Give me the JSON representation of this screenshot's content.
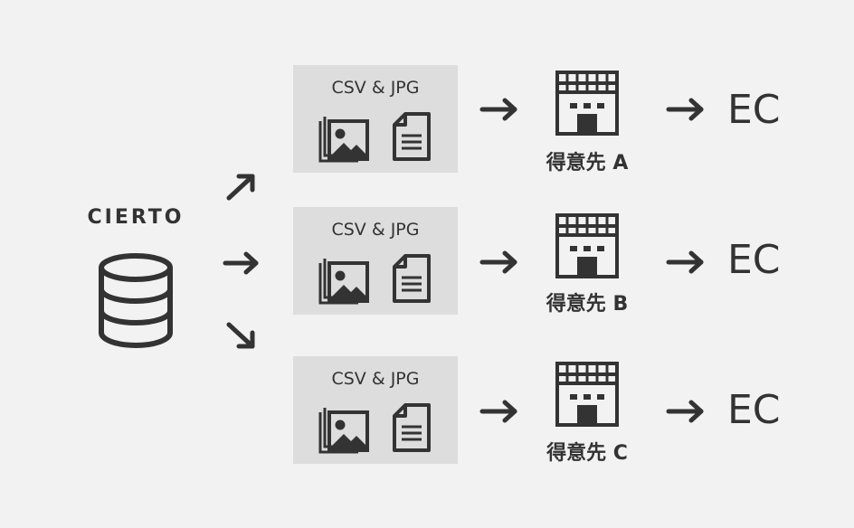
{
  "source": {
    "name": "CIERTO",
    "icon": "database-icon"
  },
  "flows": [
    {
      "panel_label": "CSV & JPG",
      "recipient": "得意先 A",
      "target": "EC"
    },
    {
      "panel_label": "CSV & JPG",
      "recipient": "得意先 B",
      "target": "EC"
    },
    {
      "panel_label": "CSV & JPG",
      "recipient": "得意先 C",
      "target": "EC"
    }
  ],
  "icons": [
    "image-stack-icon",
    "document-icon",
    "storefront-icon",
    "arrow-right-icon"
  ],
  "colors": {
    "background": "#f2f2f2",
    "panel": "#dcdddc",
    "ink": "#333333"
  }
}
